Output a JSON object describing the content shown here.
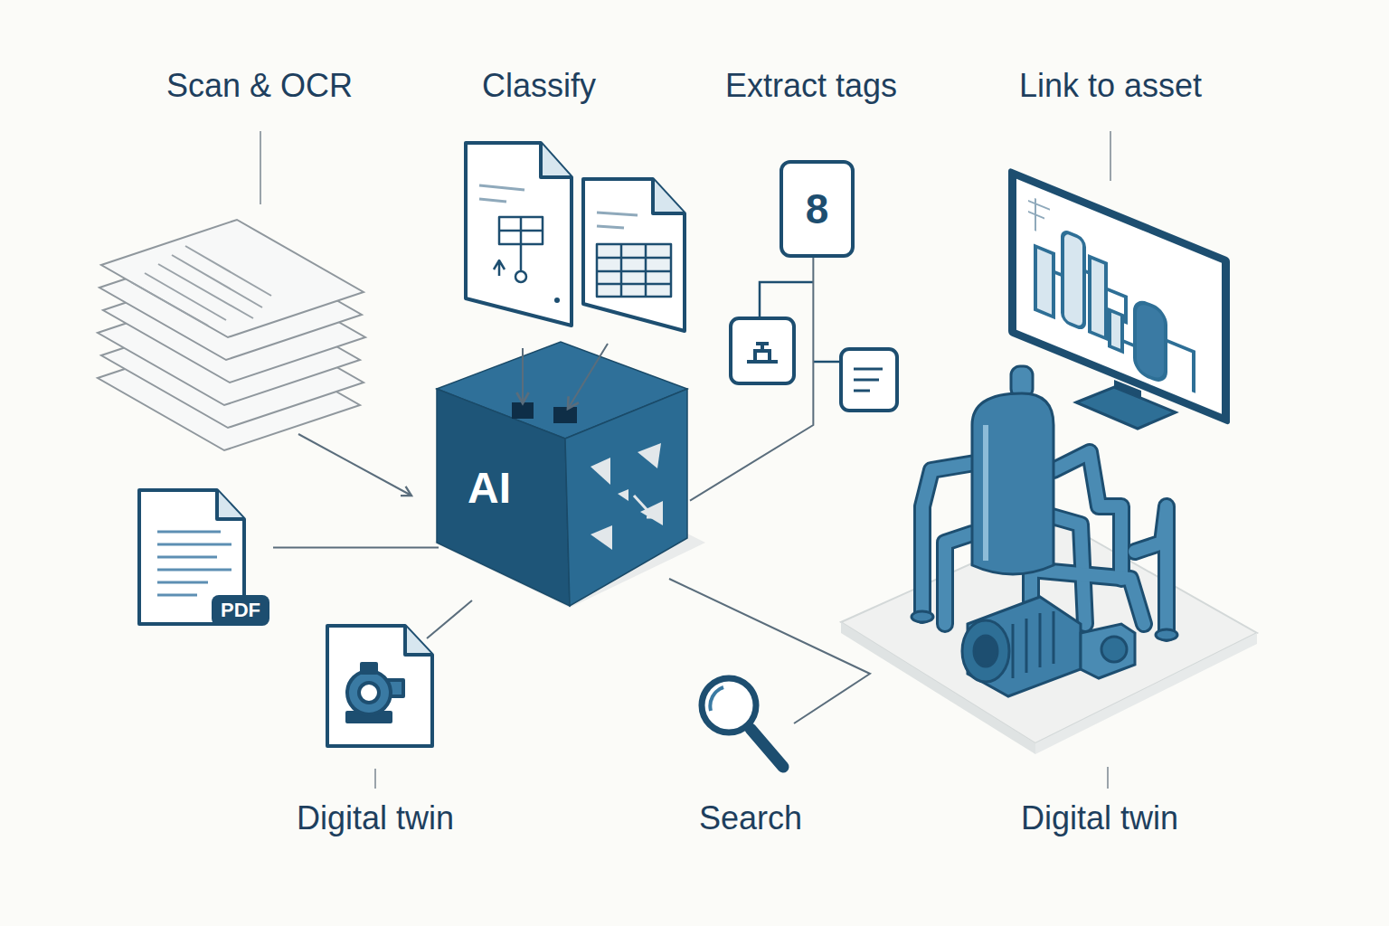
{
  "diagram": {
    "nodes": [
      {
        "text": [
          "8"
        ]
      },
      {
        "text": [
          "AI"
        ]
      },
      {
        "text": [
          "PDF"
        ]
      }
    ],
    "edges": [
      {
        "from": 2,
        "to": 1,
        "arrow": "none"
      },
      {
        "from": 1,
        "to": 0,
        "arrow": "none"
      }
    ],
    "labels": [
      "Scan & OCR",
      "Classify",
      "Extract tags",
      "Link to asset",
      "Digital twin",
      "Search",
      "Digital twin"
    ]
  }
}
